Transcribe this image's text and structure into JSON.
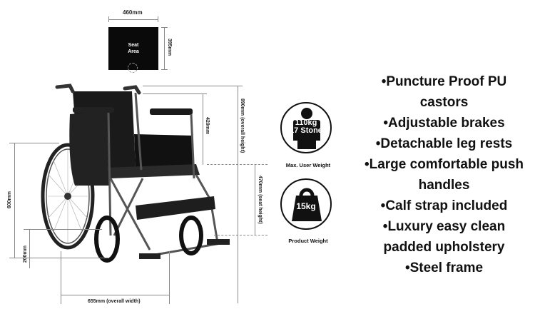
{
  "seat_diagram": {
    "width_label": "460mm",
    "depth_label": "395mm",
    "label_line1": "Seat",
    "label_line2": "Area"
  },
  "dimensions": {
    "backrest_height": "420mm",
    "overall_height": "890mm (overall height)",
    "seat_height": "470mm (seat height)",
    "armrest_height": "600mm",
    "footrest_height": "200mm",
    "overall_width": "655mm (overall width)"
  },
  "badges": {
    "max_user_weight": {
      "line1": "110kg",
      "line2": "17 Stone",
      "label": "Max. User Weight",
      "icon": "person-icon"
    },
    "product_weight": {
      "value": "15kg",
      "label": "Product Weight",
      "icon": "kettlebell-weight-icon"
    }
  },
  "features": [
    {
      "line1": "Puncture Proof PU",
      "line2": "castors"
    },
    {
      "line1": "Adjustable brakes",
      "line2": ""
    },
    {
      "line1": "Detachable leg rests",
      "line2": ""
    },
    {
      "line1": "Large comfortable push",
      "line2": "handles"
    },
    {
      "line1": "Calf strap included",
      "line2": ""
    },
    {
      "line1": "Luxury easy clean",
      "line2": "padded upholstery"
    },
    {
      "line1": "Steel frame",
      "line2": ""
    }
  ],
  "colors": {
    "ink": "#111111",
    "dimension_line": "#8a8a8a",
    "background": "#ffffff"
  }
}
